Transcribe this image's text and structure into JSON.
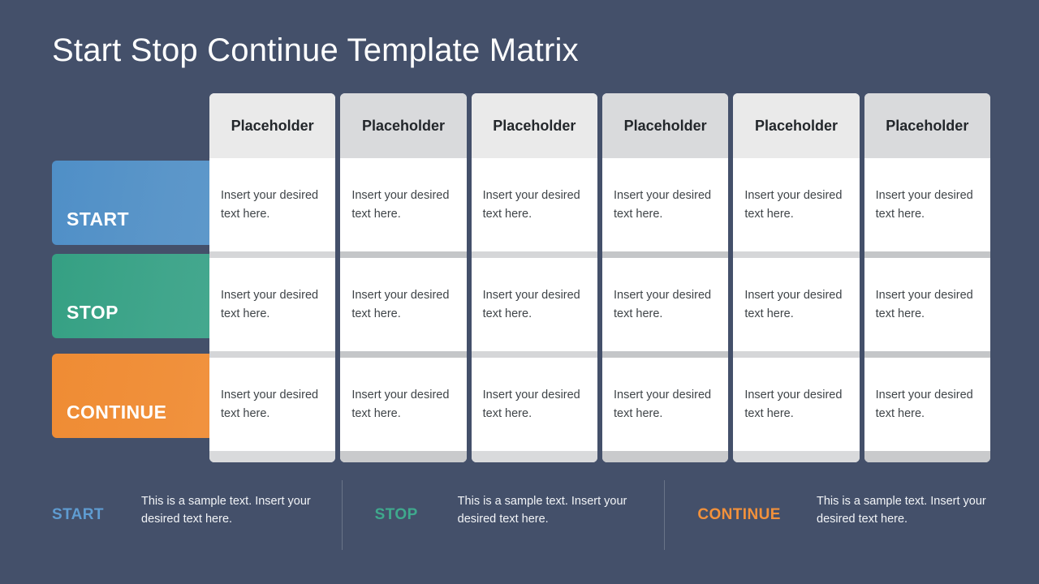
{
  "background_color": "#44506a",
  "title": "Start Stop Continue Template Matrix",
  "colors": {
    "start": "#5391c9",
    "stop": "#3da186",
    "continue": "#f08e37",
    "background": "#44506a",
    "card": "#ffffff",
    "header": "#eaeaea",
    "header_alt": "#d9dadc"
  },
  "matrix": {
    "columns": [
      {
        "header": "Placeholder"
      },
      {
        "header": "Placeholder"
      },
      {
        "header": "Placeholder"
      },
      {
        "header": "Placeholder"
      },
      {
        "header": "Placeholder"
      },
      {
        "header": "Placeholder"
      }
    ],
    "rows": [
      {
        "label": "START",
        "color": "#5391c9",
        "cells": [
          "Insert your desired text here.",
          "Insert your desired text here.",
          "Insert your desired text here.",
          "Insert your desired text here.",
          "Insert your desired text here.",
          "Insert your desired text here."
        ]
      },
      {
        "label": "STOP",
        "color": "#3da186",
        "cells": [
          "Insert your desired text here.",
          "Insert your desired text here.",
          "Insert your desired text here.",
          "Insert your desired text here.",
          "Insert your desired text here.",
          "Insert your desired text here."
        ]
      },
      {
        "label": "CONTINUE",
        "color": "#f08e37",
        "cells": [
          "Insert your desired text here.",
          "Insert your desired text here.",
          "Insert your desired text here.",
          "Insert your desired text here.",
          "Insert your desired text here.",
          "Insert your desired text here."
        ]
      }
    ]
  },
  "legend": [
    {
      "key": "START",
      "color": "#5f9cd1",
      "description": "This is a sample text. Insert your desired text here."
    },
    {
      "key": "STOP",
      "color": "#3fa98d",
      "description": "This is a sample text. Insert your desired text here."
    },
    {
      "key": "CONTINUE",
      "color": "#f2913b",
      "description": "This is a sample text. Insert your desired text here."
    }
  ]
}
